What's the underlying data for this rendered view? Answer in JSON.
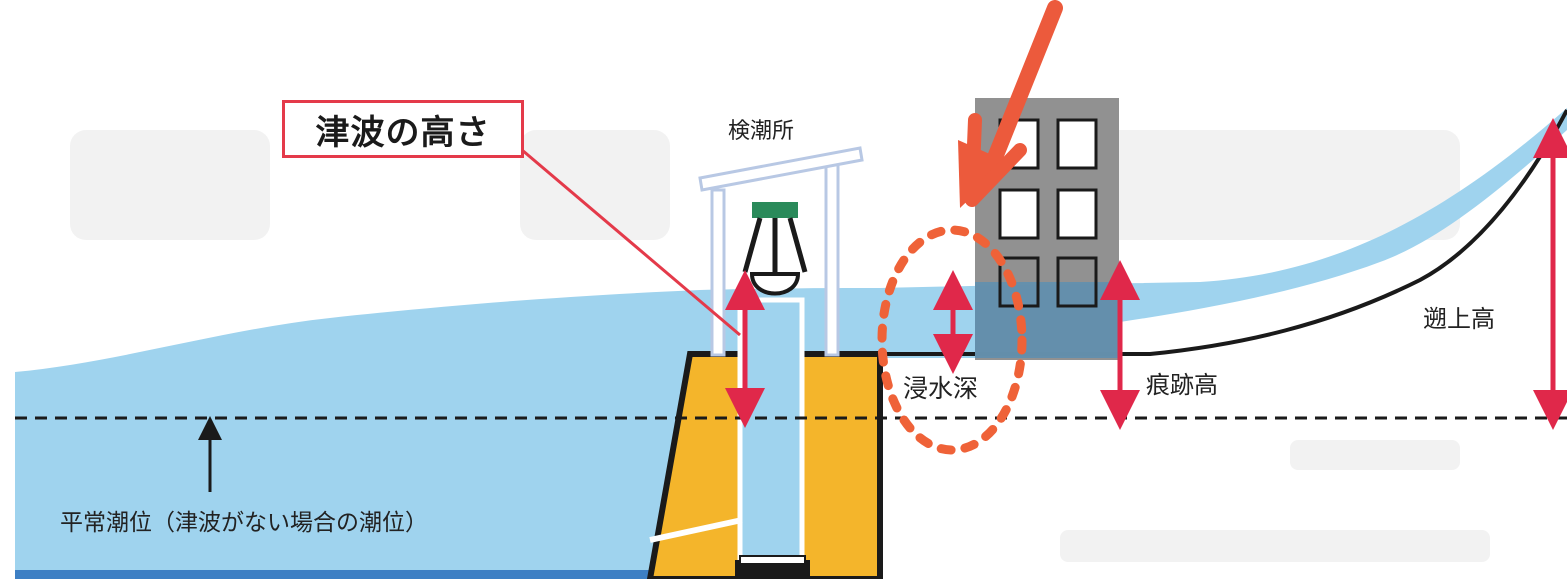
{
  "labels": {
    "tsunami_height": "津波の高さ",
    "tide_station": "検潮所",
    "inundation_depth": "浸水深",
    "trace_height": "痕跡高",
    "runup_height": "遡上高",
    "normal_tide": "平常潮位（津波がない場合の潮位）"
  },
  "colors": {
    "sea": "#9fd3ee",
    "sea_dark": "#3d7fc4",
    "seawall": "#f4b52b",
    "measure_arrow": "#e0284a",
    "pointer_arrow": "#ec5a3c",
    "dotted_circle": "#ef6238",
    "building": "#8b8b8b"
  },
  "icons": {
    "pointer": "pointer-arrow-icon",
    "building": "building-icon",
    "gauge": "tide-gauge-icon"
  }
}
